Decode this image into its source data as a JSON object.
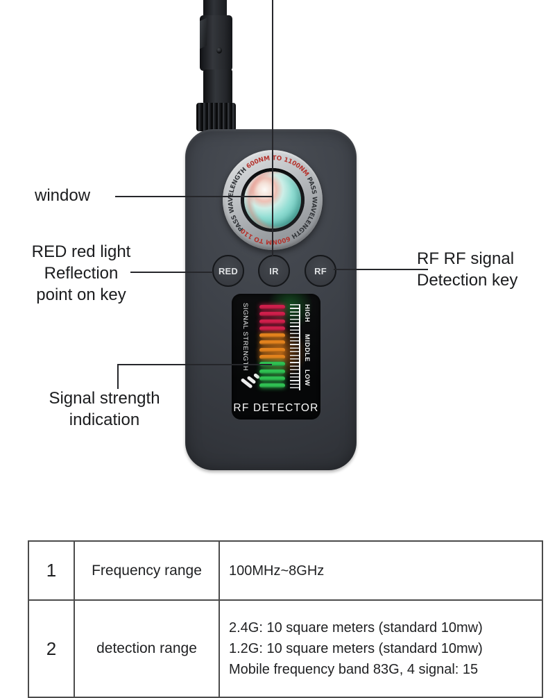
{
  "annotations": {
    "window_label": "window",
    "red_key_line1": "RED red light",
    "red_key_line2": "Reflection",
    "red_key_line3": "point on key",
    "rf_key_line1": "RF RF signal",
    "rf_key_line2": "Detection key",
    "signal_line1": "Signal strength",
    "signal_line2": "indication"
  },
  "device": {
    "lens_ring": {
      "seg1": "PASS WAVELENGTH",
      "seg2": " 600NM TO 1100NM",
      "seg3": " PASS WAVELENGTH",
      "seg4": " 600NM TO 1100NM",
      "text_color": "#33363a",
      "highlight_color": "#b5332d"
    },
    "buttons": {
      "red": "RED",
      "ir": "IR",
      "rf": "RF"
    },
    "display": {
      "side_label": "SIGNAL STRENGTH",
      "levels": [
        "HIGH",
        "MIDDLE",
        "LOW"
      ],
      "footer": "RF DETECTOR",
      "bar_colors": {
        "red": "#ce1f4b",
        "orange": "#e2821d",
        "green": "#2fbf52"
      },
      "bars": [
        "red",
        "red",
        "red",
        "red",
        "orange",
        "orange",
        "orange",
        "orange",
        "green",
        "green",
        "green",
        "green"
      ]
    }
  },
  "spec_table": {
    "rows": [
      {
        "num": "1",
        "label": "Frequency range",
        "values": [
          "100MHz~8GHz"
        ]
      },
      {
        "num": "2",
        "label": "detection range",
        "values": [
          "2.4G: 10 square meters (standard 10mw)",
          "1.2G: 10 square meters (standard 10mw)",
          "Mobile frequency band 83G, 4 signal: 15"
        ]
      }
    ]
  }
}
